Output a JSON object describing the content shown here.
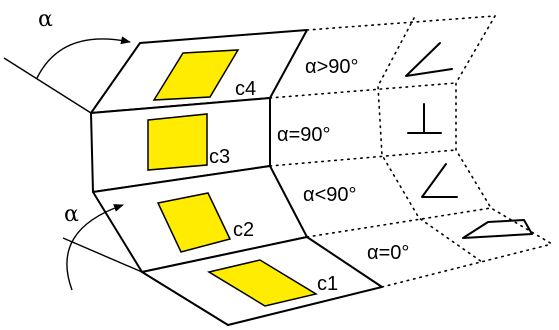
{
  "panels": [
    {
      "label": "c4",
      "condition": "α>90°"
    },
    {
      "label": "c3",
      "condition": "α=90°"
    },
    {
      "label": "c2",
      "condition": "α<90°"
    },
    {
      "label": "c1",
      "condition": "α=0°"
    }
  ],
  "angle_label_top": "α",
  "angle_label_bottom": "α",
  "colors": {
    "line": "#000000",
    "panel_fill": "#ffffff",
    "sample_fill": "#ffec00"
  }
}
